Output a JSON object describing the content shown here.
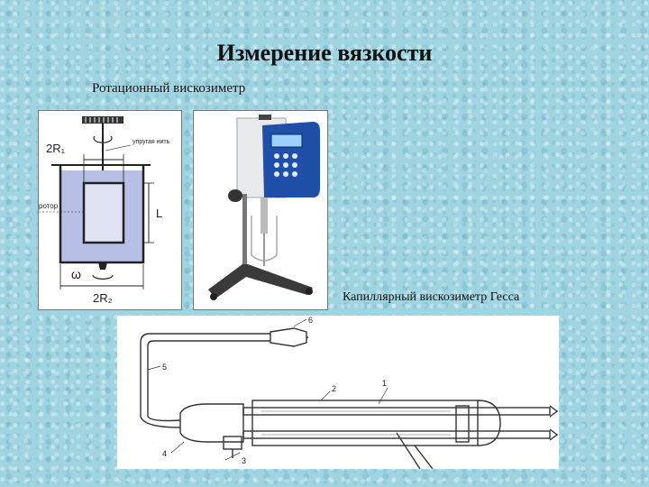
{
  "slide": {
    "title": "Измерение вязкости",
    "rotational_caption": "Ротационный вискозиметр",
    "capillary_caption": "Капиллярный вискозиметр Гесса"
  },
  "rotational_diagram": {
    "labels": {
      "diameter_inner": "2R₁",
      "elastic_thread": "упругая нить",
      "rotor": "ротор",
      "length": "L",
      "omega": "ω",
      "diameter_outer": "2R₂"
    }
  },
  "capillary_drawing": {
    "part_numbers": [
      "6",
      "5",
      "2",
      "1",
      "4",
      "3"
    ]
  },
  "colors": {
    "background": "#9fd4e0",
    "liquid": "#b7bfe6",
    "device_panel": "#1f4fa8"
  }
}
